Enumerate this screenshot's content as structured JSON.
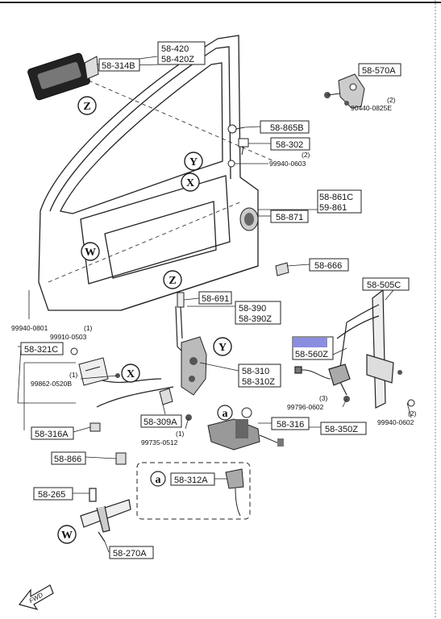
{
  "parts": {
    "p58_420": "58-420",
    "p58_420Z": "58-420Z",
    "p58_314B": "58-314B",
    "p58_570A": "58-570A",
    "p90440": "90440-0825E",
    "p90440_qty": "(2)",
    "p58_865B": "58-865B",
    "p58_302": "58-302",
    "p99940_0603": "99940-0603",
    "p99940_0603_qty": "(2)",
    "p58_861C": "58-861C",
    "p59_861": "59-861",
    "p58_871": "58-871",
    "p58_666": "58-666",
    "p58_505C": "58-505C",
    "p99940_0801": "99940-0801",
    "p58_691": "58-691",
    "p58_390": "58-390",
    "p58_390Z": "58-390Z",
    "p99910_0503": "99910-0503",
    "p99910_0503_qty": "(1)",
    "p58_321C": "58-321C",
    "p58_310": "58-310",
    "p58_310Z": "58-310Z",
    "p58_560": "58-560",
    "p58_560Z": "58-560Z",
    "p99862": "99862-0520B",
    "p99862_qty": "(1)",
    "p99796": "99796-0602",
    "p99796_qty": "(3)",
    "p99940_0602": "99940-0602",
    "p99940_0602_qty": "(2)",
    "p58_309A": "58-309A",
    "p58_316": "58-316",
    "p58_350Z": "58-350Z",
    "p58_316A": "58-316A",
    "p99735": "99735-0512",
    "p99735_qty": "(1)",
    "p58_866": "58-866",
    "p58_312A": "58-312A",
    "p58_265": "58-265",
    "p58_270A": "58-270A"
  },
  "refs": {
    "Z": "Z",
    "Y": "Y",
    "X": "X",
    "W": "W",
    "a": "a"
  },
  "fwd": "FWD"
}
